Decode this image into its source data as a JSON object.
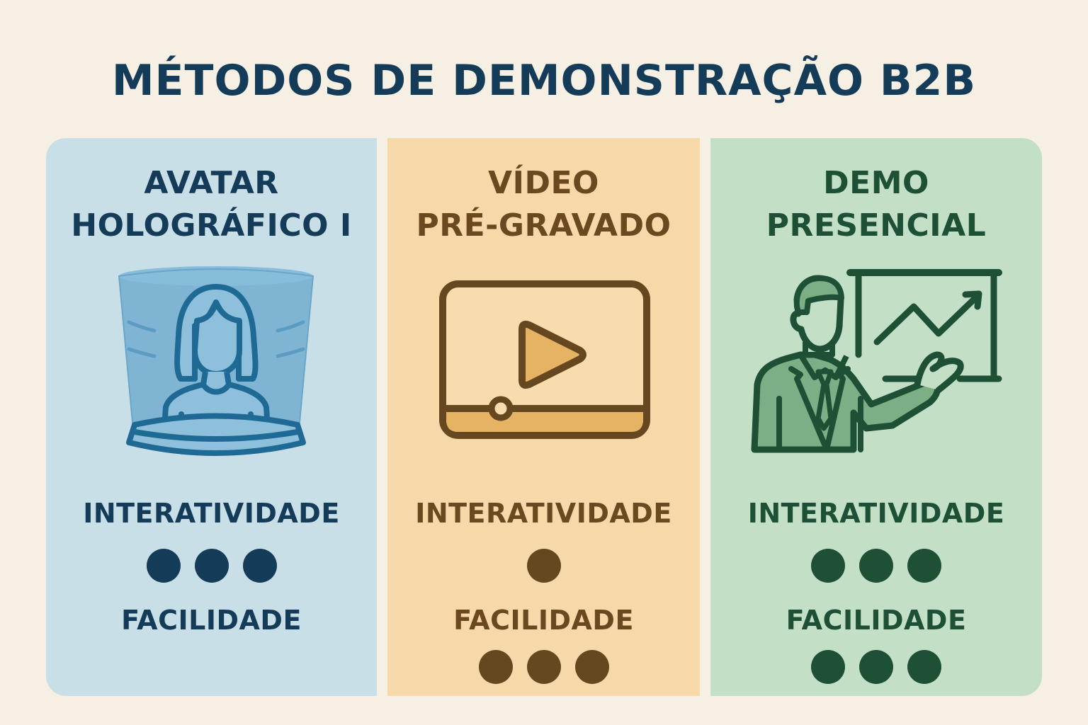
{
  "title": "MÉTODOS DE DEMONSTRAÇÃO B2B",
  "colors": {
    "background": "#f5f0e3",
    "title": "#143b57",
    "blue_panel": "#c9dfe8",
    "blue_text": "#143b57",
    "orange_panel": "#f6d8a9",
    "orange_text": "#6b4920",
    "green_panel": "#c3e0c7",
    "green_text": "#1d5035"
  },
  "panels": [
    {
      "title_line1": "AVATAR",
      "title_line2": "HOLOGRÁFICO I",
      "icon": "hologram-avatar-icon",
      "metrics": [
        {
          "label": "INTERATIVIDADE",
          "rating": 3
        },
        {
          "label": "FACILIDADE",
          "rating": 0
        }
      ]
    },
    {
      "title_line1": "VÍDEO",
      "title_line2": "PRÉ-GRAVADO",
      "icon": "video-player-icon",
      "metrics": [
        {
          "label": "INTERATIVIDADE",
          "rating": 1
        },
        {
          "label": "FACILIDADE",
          "rating": 3
        }
      ]
    },
    {
      "title_line1": "DEMO",
      "title_line2": "PRESENCIAL",
      "icon": "presenter-chart-icon",
      "metrics": [
        {
          "label": "INTERATIVIDADE",
          "rating": 3
        },
        {
          "label": "FACILIDADE",
          "rating": 3
        }
      ]
    }
  ]
}
